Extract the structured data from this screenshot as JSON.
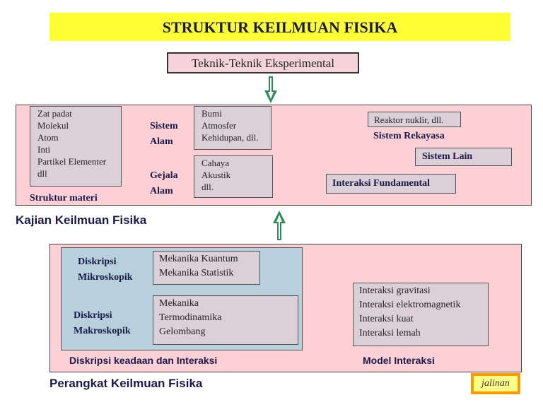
{
  "title": "STRUKTUR KEILMUAN FISIKA",
  "teknik": "Teknik-Teknik Eksperimental",
  "kajian": {
    "label": "Kajian Keilmuan Fisika",
    "struktur_items": [
      "Zat padat",
      "Molekul",
      "Atom",
      "Inti",
      "Partikel Elementer",
      "dll"
    ],
    "struktur_label": "Struktur materi",
    "sistem_alam_label": [
      "Sistem",
      "Alam"
    ],
    "sistem_alam_items": [
      "Bumi",
      "Atmosfer",
      "Kehidupan, dll."
    ],
    "gejala_alam_label": [
      "Gejala",
      "Alam"
    ],
    "gejala_alam_items": [
      "Cahaya",
      "Akustik",
      "dll."
    ],
    "reaktor": "Reaktor nuklir, dll.",
    "sistem_rekayasa": "Sistem Rekayasa",
    "sistem_lain": "Sistem Lain",
    "interaksi_fundamental": "Interaksi Fundamental"
  },
  "perangkat": {
    "label": "Perangkat Keilmuan Fisika",
    "mikro_label": [
      "Diskripsi",
      "Mikroskopik"
    ],
    "mikro_items": [
      "Mekanika Kuantum",
      "Mekanika Statistik"
    ],
    "makro_label": [
      "Diskripsi",
      "Makroskopik"
    ],
    "makro_items": [
      "Mekanika",
      "Termodinamika",
      "Gelombang"
    ],
    "diskripsi_label": "Diskripsi keadaan dan Interaksi",
    "interaksi_items": [
      "Interaksi gravitasi",
      "Interaksi elektromagnetik",
      "Interaksi kuat",
      "Interaksi lemah"
    ],
    "model_label": "Model Interaksi"
  },
  "jalinan": "jalinan",
  "colors": {
    "title_band": "#ffff33",
    "panel": "#fcd0d4",
    "blue_panel": "#b8d0dc",
    "box": "#dcd0d8",
    "arrow": "#2e8b57",
    "jalinan_border": "#ff9900"
  }
}
